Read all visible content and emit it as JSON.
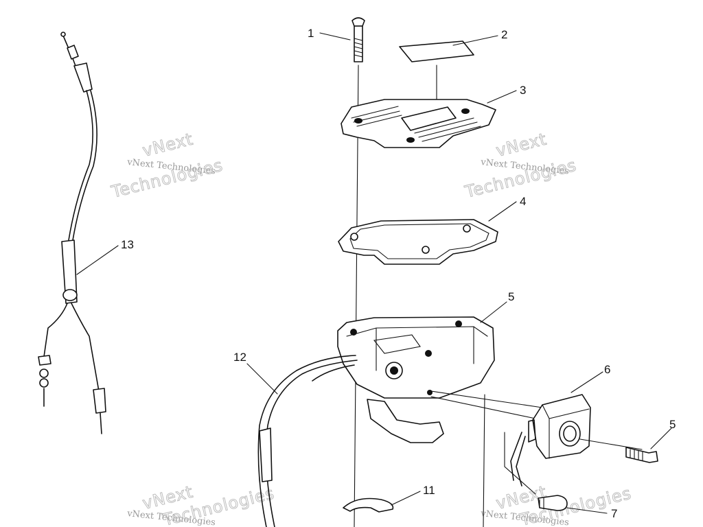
{
  "diagram": {
    "callouts": [
      {
        "id": "c1",
        "label": "1"
      },
      {
        "id": "c2",
        "label": "2"
      },
      {
        "id": "c3",
        "label": "3"
      },
      {
        "id": "c4",
        "label": "4"
      },
      {
        "id": "c5a",
        "label": "5"
      },
      {
        "id": "c5b",
        "label": "5"
      },
      {
        "id": "c6",
        "label": "6"
      },
      {
        "id": "c7",
        "label": "7"
      },
      {
        "id": "c11",
        "label": "11"
      },
      {
        "id": "c12",
        "label": "12"
      },
      {
        "id": "c13",
        "label": "13"
      }
    ],
    "watermarks": [
      {
        "line1": "vNext Technologies",
        "line2": "vNext",
        "line3": "Technologies"
      },
      {
        "line1": "vNext Technologies",
        "line2": "vNext",
        "line3": "Technologies"
      },
      {
        "line1": "vNext Technologies",
        "line2": "vNext",
        "line3": "Technologies"
      },
      {
        "line1": "vNext Technologies",
        "line2": "vNext",
        "line3": "Technologies"
      }
    ]
  }
}
